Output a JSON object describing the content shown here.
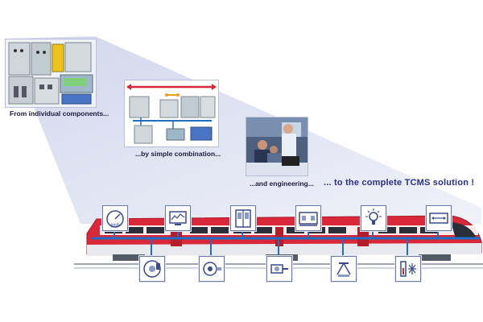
{
  "captions": {
    "components": "From individual components...",
    "combination": "...by simple combination...",
    "engineering": "...and engineering...",
    "solution": "... to the complete TCMS solution !"
  },
  "colors": {
    "train_red": "#d9283a",
    "bus_blue": "#1f6fc4",
    "accent_orange": "#f0a020",
    "beam_fill": "#dfe3f3",
    "panel_border": "#6b7ba8"
  },
  "upper_icons": [
    "speedometer-icon",
    "monitor-graph-icon",
    "door-icon",
    "coach-seats-icon",
    "lighting-icon",
    "air-conditioning-icon"
  ],
  "lower_icons": [
    "brake-disc-icon",
    "traction-motor-icon",
    "drive-unit-icon",
    "pantograph-icon",
    "heating-icon",
    "climate-control-icon"
  ]
}
